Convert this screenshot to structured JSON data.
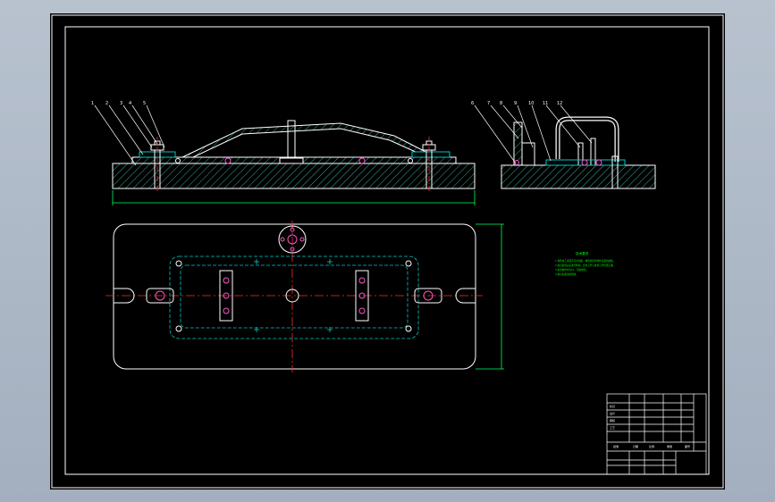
{
  "colors": {
    "viewport_bg": "#a9b4c3",
    "paper": "#000000",
    "border": "#ffffff",
    "part_outline": "#ffffff",
    "hatch": "#3aa89a",
    "hidden_line": "#00c8c8",
    "center_line": "#ff2b2b",
    "dimension": "#00ff66",
    "notes_text": "#00ff00",
    "highlight_bolt": "#ff55c8"
  },
  "front_view": {
    "balloons": [
      "1",
      "2",
      "3",
      "4",
      "5"
    ]
  },
  "side_view": {
    "balloons": [
      "6",
      "7",
      "8",
      "9",
      "10",
      "11",
      "12"
    ]
  },
  "tech_notes": {
    "title": "技术要求",
    "lines": [
      "1.零件加工表面不应有划痕、擦伤等损伤零件表面的缺陷。",
      "2.夹具装配后应进行检验，定位元件与夹紧元件位置正确。",
      "3.未注倒角均为C1，锐边倒钝。",
      "4.夹具表面涂防锈漆。"
    ]
  },
  "title_block": {
    "rows": [
      "标记",
      "设计",
      "审核",
      "工艺"
    ],
    "bottom_labels": [
      "批准",
      "日期",
      "比例",
      "重量",
      "图号"
    ]
  }
}
